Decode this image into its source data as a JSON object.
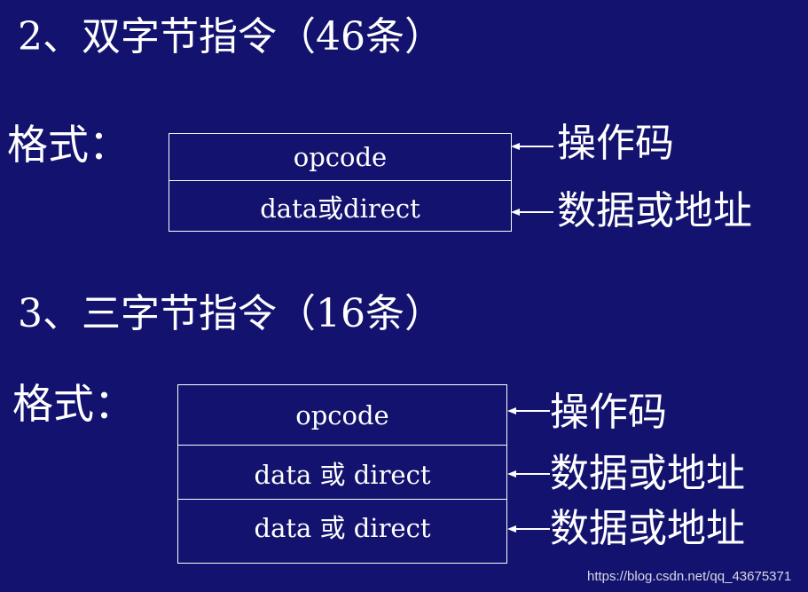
{
  "section1": {
    "heading": "2、双字节指令（46条）",
    "format_label": "格式：",
    "rows": [
      "opcode",
      "data或direct"
    ],
    "side_labels": [
      "操作码",
      "数据或地址"
    ]
  },
  "section2": {
    "heading": "3、三字节指令（16条）",
    "format_label": "格式：",
    "rows": [
      "opcode",
      "data 或 direct",
      "data 或 direct"
    ],
    "side_labels": [
      "操作码",
      "数据或地址",
      "数据或地址"
    ]
  },
  "watermark": "https://blog.csdn.net/qq_43675371",
  "colors": {
    "background": "#13136f",
    "foreground": "#ffffff"
  }
}
